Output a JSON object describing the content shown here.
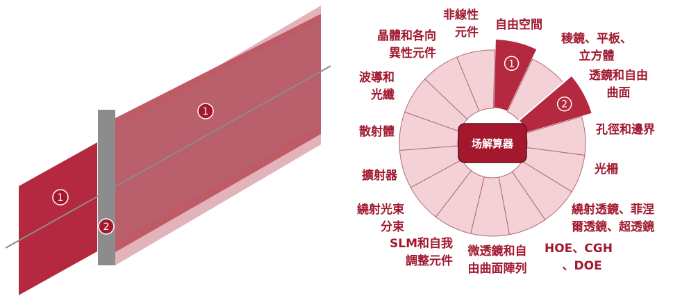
{
  "markers": {
    "one": "1",
    "two": "2"
  },
  "center": "场解算器",
  "segments": [
    {
      "key": "free-space",
      "lines": [
        "自由空間"
      ],
      "highlight": true,
      "marker": "1"
    },
    {
      "key": "prism-plate",
      "lines": [
        "稜鏡、平板、",
        "立方體"
      ],
      "highlight": false
    },
    {
      "key": "lens-freeform",
      "lines": [
        "透鏡和自由",
        "曲面"
      ],
      "highlight": true,
      "marker": "2"
    },
    {
      "key": "aperture-boundary",
      "lines": [
        "孔徑和邊界"
      ],
      "highlight": false
    },
    {
      "key": "grating",
      "lines": [
        "光柵"
      ],
      "highlight": false
    },
    {
      "key": "diffractive-lens",
      "lines": [
        "繞射透鏡、菲涅",
        "爾透鏡、超透鏡"
      ],
      "highlight": false
    },
    {
      "key": "hoe-cgh-doe",
      "lines": [
        "HOE、CGH",
        "、DOE"
      ],
      "highlight": false
    },
    {
      "key": "microlens-array",
      "lines": [
        "微透鏡和自",
        "由曲面陣列"
      ],
      "highlight": false
    },
    {
      "key": "slm-tuning",
      "lines": [
        "SLM和自我",
        "調整元件"
      ],
      "highlight": false
    },
    {
      "key": "beam-splitter",
      "lines": [
        "繞射光束",
        "分束"
      ],
      "highlight": false
    },
    {
      "key": "diffuser",
      "lines": [
        "擴射器"
      ],
      "highlight": false
    },
    {
      "key": "scatterer",
      "lines": [
        "散射體"
      ],
      "highlight": false
    },
    {
      "key": "waveguide-fiber",
      "lines": [
        "波導和",
        "光纖"
      ],
      "highlight": false
    },
    {
      "key": "crystal-anisotropic",
      "lines": [
        "晶體和各向",
        "異性元件"
      ],
      "highlight": false
    },
    {
      "key": "nonlinear",
      "lines": [
        "非線性",
        "元件"
      ],
      "highlight": false
    }
  ],
  "colors": {
    "accent": "#b4293f",
    "segment_fill": "#f3d1d6",
    "segment_stroke": "#b06a74",
    "label": "#a0182e",
    "beam": "#b4293f",
    "plate": "#8c8c8c"
  }
}
